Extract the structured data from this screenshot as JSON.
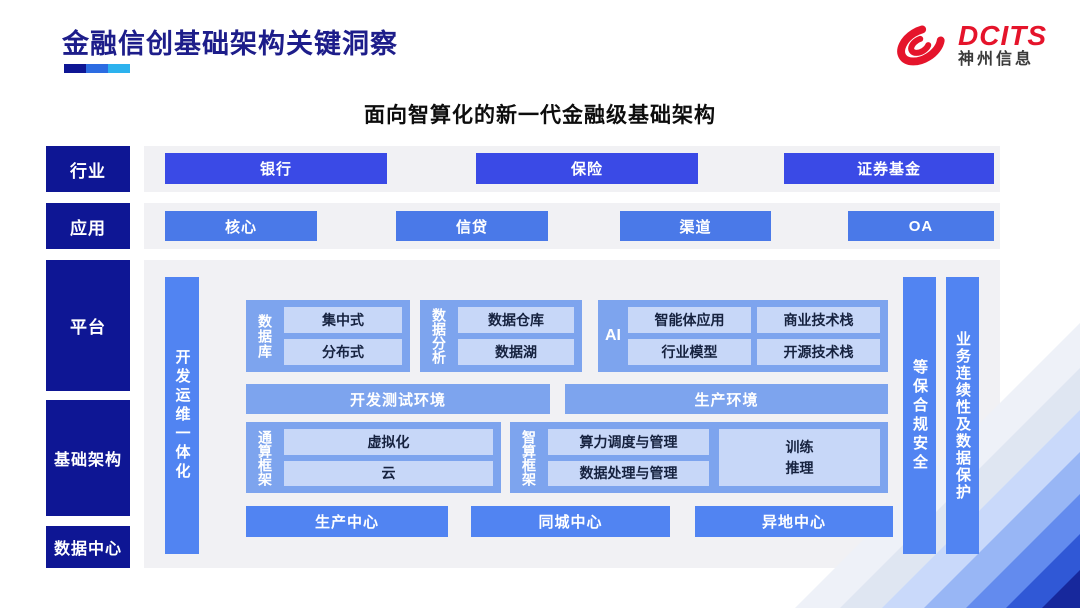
{
  "slide": {
    "title": "金融信创基础架构关键洞察",
    "subtitle": "面向智算化的新一代金融级基础架构"
  },
  "logo": {
    "brand": "DCITS",
    "company": "神州信息"
  },
  "diagram": {
    "industry": {
      "label": "行业",
      "items": [
        "银行",
        "保险",
        "证券基金"
      ]
    },
    "application": {
      "label": "应用",
      "items": [
        "核心",
        "信贷",
        "渠道",
        "OA"
      ]
    },
    "platform": {
      "label": "平台"
    },
    "infrastructure": {
      "label": "基础架构"
    },
    "datacenter": {
      "label": "数据中心"
    },
    "devops_bar": "开发运维一体化",
    "database": {
      "label": "数据库",
      "items": [
        "集中式",
        "分布式"
      ]
    },
    "analytics": {
      "label": "数据分析",
      "items": [
        "数据仓库",
        "数据湖"
      ]
    },
    "ai": {
      "label": "AI",
      "items": [
        "智能体应用",
        "商业技术栈",
        "行业模型",
        "开源技术栈"
      ]
    },
    "env": {
      "dev_test": "开发测试环境",
      "production": "生产环境"
    },
    "general_compute": {
      "label": "通算框架",
      "items": [
        "虚拟化",
        "云"
      ]
    },
    "ai_compute": {
      "label": "智算框架",
      "items": [
        "算力调度与管理",
        "数据处理与管理"
      ],
      "side_item": "训练推理"
    },
    "centers": [
      "生产中心",
      "同城中心",
      "异地中心"
    ],
    "security_bar": "等保合规安全",
    "continuity_bar": "业务连续性及数据保护"
  },
  "colors": {
    "navy": "#0e1694",
    "title-navy": "#1d1d8a",
    "royal": "#3a4ae6",
    "mid-blue": "#4a79e8",
    "bar-blue": "#5184f2",
    "group-blue": "#7da4ee",
    "chip-blue": "#c7d7f8",
    "chip-text": "#16223f",
    "strip-gray": "#f1f1f4",
    "brand-red": "#e5142b"
  }
}
